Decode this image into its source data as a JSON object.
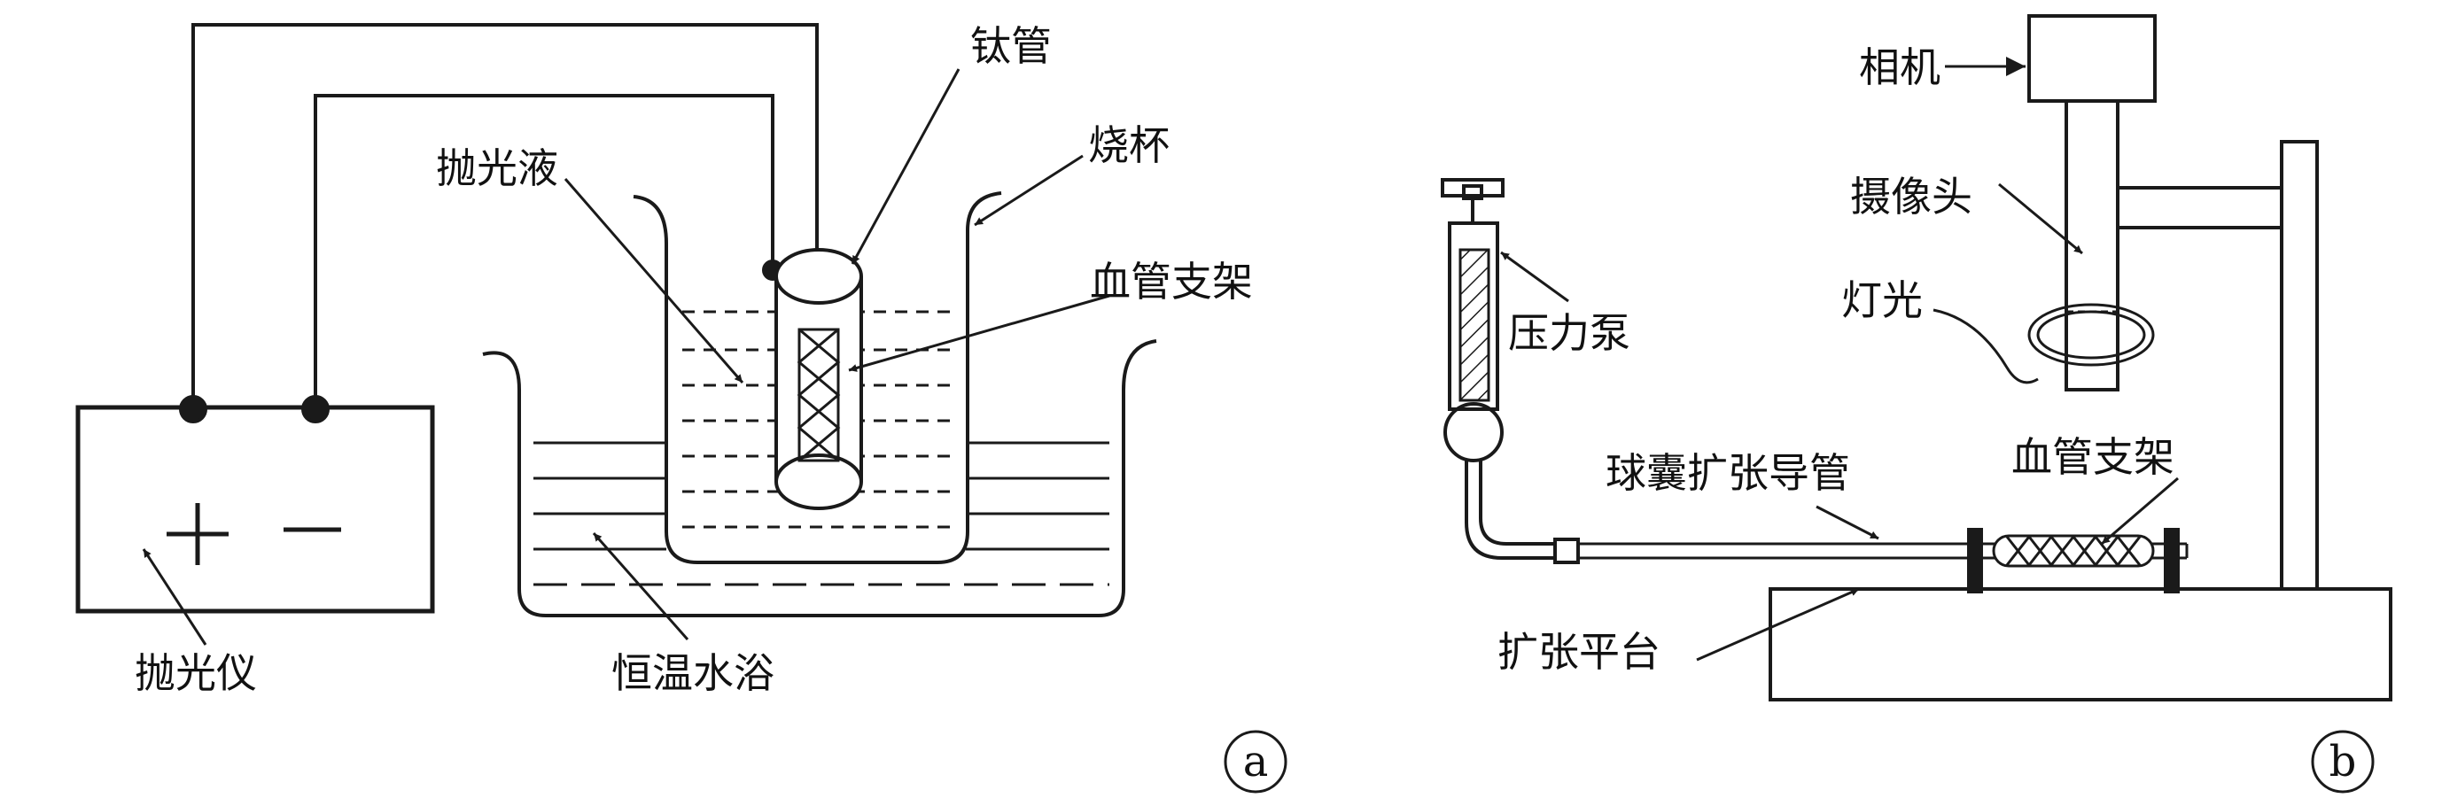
{
  "colors": {
    "ink": "#1a1a1a",
    "background": "#ffffff"
  },
  "panel_a": {
    "tag": "a",
    "labels": {
      "titanium_tube": "钛管",
      "polishing_solution": "抛光液",
      "beaker": "烧杯",
      "stent": "血管支架",
      "polisher": "抛光仪",
      "water_bath": "恒温水浴"
    },
    "polarity": {
      "positive": "+",
      "negative": "−"
    }
  },
  "panel_b": {
    "tag": "b",
    "labels": {
      "camera": "相机",
      "lens": "摄像头",
      "light": "灯光",
      "pressure_pump": "压力泵",
      "balloon_catheter": "球囊扩张导管",
      "stent": "血管支架",
      "platform": "扩张平台"
    }
  }
}
